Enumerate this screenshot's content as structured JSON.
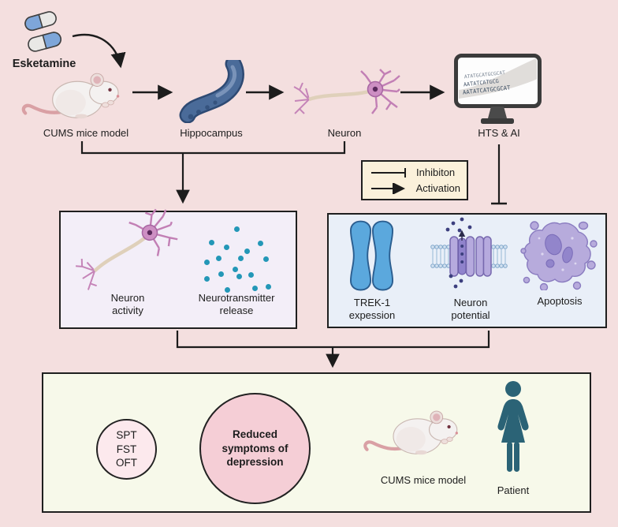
{
  "palette": {
    "background": "#f4dfdf",
    "line": "#1c1c1c",
    "legend_bg": "#fbf1db",
    "left_box_bg": "#f3eef8",
    "right_box_bg": "#e9eff8",
    "bottom_box_bg": "#f7f9ea",
    "small_circle_bg": "#fce9ed",
    "big_circle_bg": "#f5ced6",
    "neurotransmitter_dot": "#2397b7",
    "ion_dot": "#3c3f7e",
    "trek_blue": "#5ba8dd",
    "hippocampus_blue": "#4a6b99",
    "neuron_pink": "#cd8fc3",
    "apoptosis_purple": "#b7abdc",
    "patient_teal": "#2b6376"
  },
  "top": {
    "esketamine": "Esketamine",
    "cums": "CUMS mice model",
    "hippocampus": "Hippocampus",
    "neuron": "Neuron",
    "hts": "HTS & AI",
    "screen_lines": [
      "ATATGCATGCGCAT",
      "AATATCATGCG",
      "AATATCATGCGCAT"
    ]
  },
  "legend": {
    "inhibition": "Inhibiton",
    "activation": "Activation"
  },
  "left_box": {
    "neuron_activity": [
      "Neuron",
      "activity"
    ],
    "neurotransmitter": [
      "Neurotransmitter",
      "release"
    ],
    "dots": [
      [
        300,
        290
      ],
      [
        268,
        307
      ],
      [
        287,
        313
      ],
      [
        330,
        308
      ],
      [
        313,
        318
      ],
      [
        277,
        327
      ],
      [
        305,
        327
      ],
      [
        337,
        328
      ],
      [
        262,
        332
      ],
      [
        298,
        341
      ],
      [
        280,
        347
      ],
      [
        318,
        348
      ],
      [
        303,
        350
      ],
      [
        262,
        353
      ],
      [
        288,
        367
      ],
      [
        323,
        365
      ],
      [
        340,
        363
      ]
    ]
  },
  "right_box": {
    "trek": [
      "TREK-1",
      "expession"
    ],
    "potential": [
      "Neuron",
      "potential"
    ],
    "apoptosis": "Apoptosis",
    "ions_above": [
      [
        30,
        11
      ],
      [
        41,
        6
      ],
      [
        51,
        16
      ],
      [
        38,
        20
      ],
      [
        23,
        19
      ]
    ],
    "ions_below": [
      [
        27,
        78
      ],
      [
        40,
        84
      ],
      [
        33,
        91
      ]
    ]
  },
  "bottom": {
    "tests": [
      "SPT",
      "FST",
      "OFT"
    ],
    "outcome": [
      "Reduced",
      "symptoms of",
      "depression"
    ],
    "cums": "CUMS mice model",
    "patient": "Patient"
  }
}
